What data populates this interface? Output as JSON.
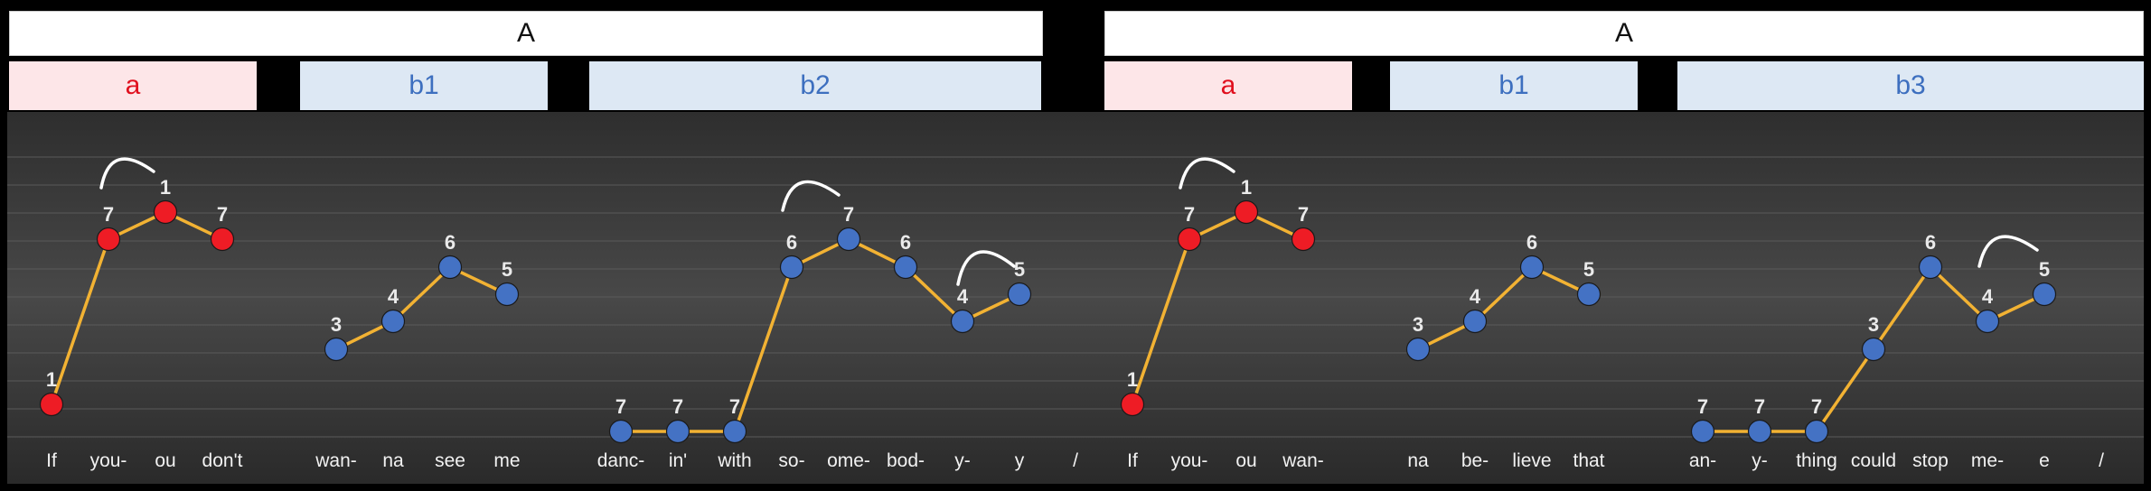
{
  "sections": [
    {
      "label": "A"
    },
    {
      "label": "A"
    }
  ],
  "subsections": [
    {
      "label": "a",
      "color": "red"
    },
    {
      "label": "b1",
      "color": "blue"
    },
    {
      "label": "b2",
      "color": "blue"
    },
    {
      "label": "a",
      "color": "red"
    },
    {
      "label": "b1",
      "color": "blue"
    },
    {
      "label": "b3",
      "color": "blue"
    }
  ],
  "colors": {
    "red": "#ee1c25",
    "blue": "#4472c4",
    "line": "#f2b233",
    "arc": "#ffffff"
  },
  "lyrics": [
    "If",
    "you-",
    "ou",
    "don't",
    "wan-",
    "na",
    "see",
    "me",
    "danc-",
    "in'",
    "with",
    "so-",
    "ome-",
    "bod-",
    "y-",
    "y",
    "/",
    "If",
    "you-",
    "ou",
    "wan-",
    "na",
    "be-",
    "lieve",
    "that",
    "an-",
    "y-",
    "thing",
    "could",
    "stop",
    "me-",
    "e",
    "/"
  ],
  "melody": [
    {
      "notes": [
        {
          "label": "1",
          "lyric": "If"
        },
        {
          "label": "7",
          "lyric": "you-"
        },
        {
          "label": "1",
          "lyric": "ou"
        },
        {
          "label": "7",
          "lyric": "don't"
        }
      ],
      "color": "red"
    },
    {
      "notes": [
        {
          "label": "3",
          "lyric": "wan-"
        },
        {
          "label": "4",
          "lyric": "na"
        },
        {
          "label": "6",
          "lyric": "see"
        },
        {
          "label": "5",
          "lyric": "me"
        }
      ],
      "color": "blue"
    },
    {
      "notes": [
        {
          "label": "7",
          "lyric": "danc-"
        },
        {
          "label": "7",
          "lyric": "in'"
        },
        {
          "label": "7",
          "lyric": "with"
        },
        {
          "label": "6",
          "lyric": "so-"
        },
        {
          "label": "7",
          "lyric": "ome-"
        },
        {
          "label": "6",
          "lyric": "bod-"
        },
        {
          "label": "4",
          "lyric": "y-"
        },
        {
          "label": "5",
          "lyric": "y"
        }
      ],
      "color": "blue"
    },
    {
      "notes": [
        {
          "label": "1",
          "lyric": "If"
        },
        {
          "label": "7",
          "lyric": "you-"
        },
        {
          "label": "1",
          "lyric": "ou"
        },
        {
          "label": "7",
          "lyric": "wan-"
        }
      ],
      "color": "red"
    },
    {
      "notes": [
        {
          "label": "3",
          "lyric": "na"
        },
        {
          "label": "4",
          "lyric": "be-"
        },
        {
          "label": "6",
          "lyric": "lieve"
        },
        {
          "label": "5",
          "lyric": "that"
        }
      ],
      "color": "blue"
    },
    {
      "notes": [
        {
          "label": "7",
          "lyric": "an-"
        },
        {
          "label": "7",
          "lyric": "y-"
        },
        {
          "label": "7",
          "lyric": "thing"
        },
        {
          "label": "3",
          "lyric": "could"
        },
        {
          "label": "6",
          "lyric": "stop"
        },
        {
          "label": "4",
          "lyric": "me-"
        },
        {
          "label": "5",
          "lyric": "e"
        }
      ],
      "color": "blue"
    }
  ]
}
